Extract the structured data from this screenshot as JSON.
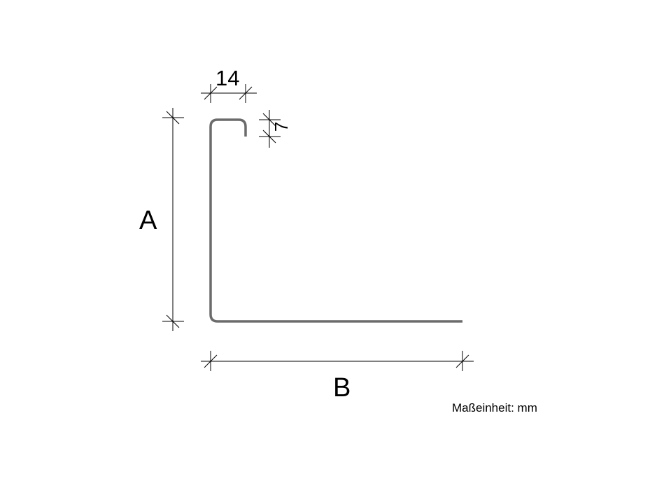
{
  "dimensions": {
    "top_width": "14",
    "lip_height": "7",
    "height_label": "A",
    "width_label": "B"
  },
  "unit_note": "Maßeinheit: mm",
  "colors": {
    "profile": "#6b6b6b",
    "dimension": "#000000"
  }
}
